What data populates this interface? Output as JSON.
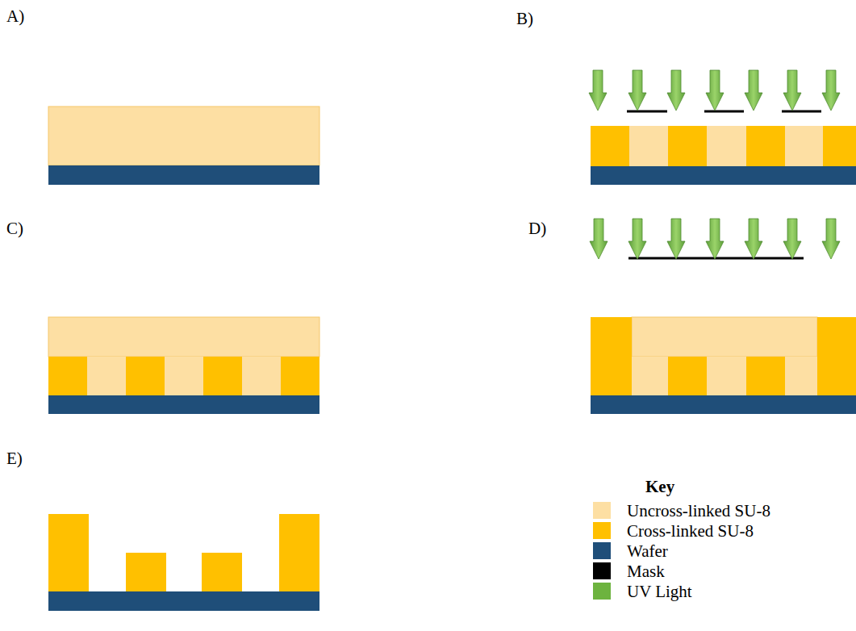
{
  "diagram": {
    "labels": [
      "A)",
      "B)",
      "C)",
      "D)",
      "E)",
      "Key"
    ],
    "legend": [
      {
        "text": "Uncross-linked SU-8",
        "color": "#FDDFA3"
      },
      {
        "text": "Cross-linked SU-8",
        "color": "#FFC000"
      },
      {
        "text": "Wafer",
        "color": "#1F4E79"
      },
      {
        "text": "Mask",
        "color": "#000000"
      },
      {
        "text": "UV Light",
        "color": "#6DB33F"
      }
    ]
  }
}
